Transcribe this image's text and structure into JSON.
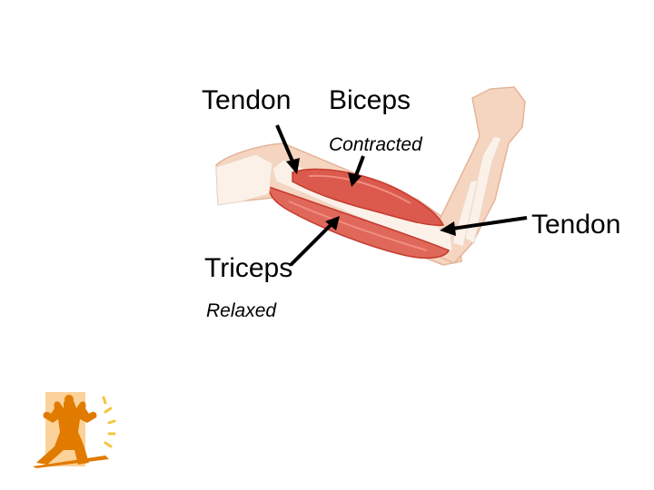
{
  "labels": {
    "tendon_top": "Tendon",
    "biceps": "Biceps",
    "contracted": "Contracted",
    "tendon_right": "Tendon",
    "triceps": "Triceps",
    "relaxed": "Relaxed"
  },
  "colors": {
    "skin": "#f6d5c0",
    "skin_shadow": "#e8b89e",
    "bone": "#fbf1e8",
    "muscle": "#dc5a4d",
    "muscle_dark": "#c53a2f",
    "muscle_light": "#f08d80",
    "arrow": "#000000",
    "logo_orange": "#f5a623",
    "logo_dark": "#e07b00"
  },
  "icons": {
    "logo": "bodybuilder-logo"
  }
}
